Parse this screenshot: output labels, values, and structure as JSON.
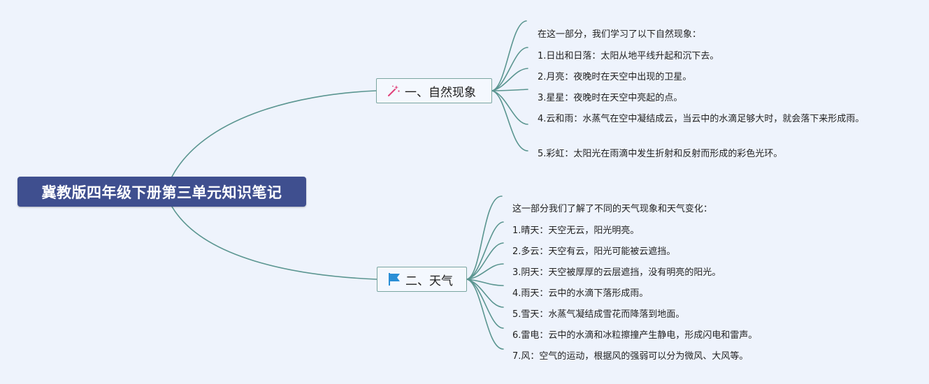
{
  "root": {
    "label": "冀教版四年级下册第三单元知识笔记"
  },
  "branches": [
    {
      "label": "一、自然现象",
      "icon": "magic-wand-icon",
      "items": [
        "在这一部分，我们学习了以下自然现象：",
        "1.日出和日落：太阳从地平线升起和沉下去。",
        "2.月亮：夜晚时在天空中出现的卫星。",
        "3.星星：夜晚时在天空中亮起的点。",
        "4.云和雨：水蒸气在空中凝结成云，当云中的水滴足够大时，就会落下来形成雨。",
        "5.彩虹：太阳光在雨滴中发生折射和反射而形成的彩色光环。"
      ]
    },
    {
      "label": "二、天气",
      "icon": "blue-flag-icon",
      "items": [
        "这一部分我们了解了不同的天气现象和天气变化：",
        "1.晴天：天空无云，阳光明亮。",
        "2.多云：天空有云，阳光可能被云遮挡。",
        "3.阴天：天空被厚厚的云层遮挡，没有明亮的阳光。",
        "4.雨天：云中的水滴下落形成雨。",
        "5.雪天：水蒸气凝结成雪花而降落到地面。",
        "6.雷电：云中的水滴和冰粒擦撞产生静电，形成闪电和雷声。",
        "7.风：空气的运动，根据风的强弱可以分为微风、大风等。"
      ]
    }
  ],
  "colors": {
    "background": "#eef3fc",
    "root_fill": "#3f4f8f",
    "connector": "#5a9590",
    "branch_border": "#7aa5a0",
    "flag": "#2a8fd6",
    "wand": "#e0407a"
  }
}
